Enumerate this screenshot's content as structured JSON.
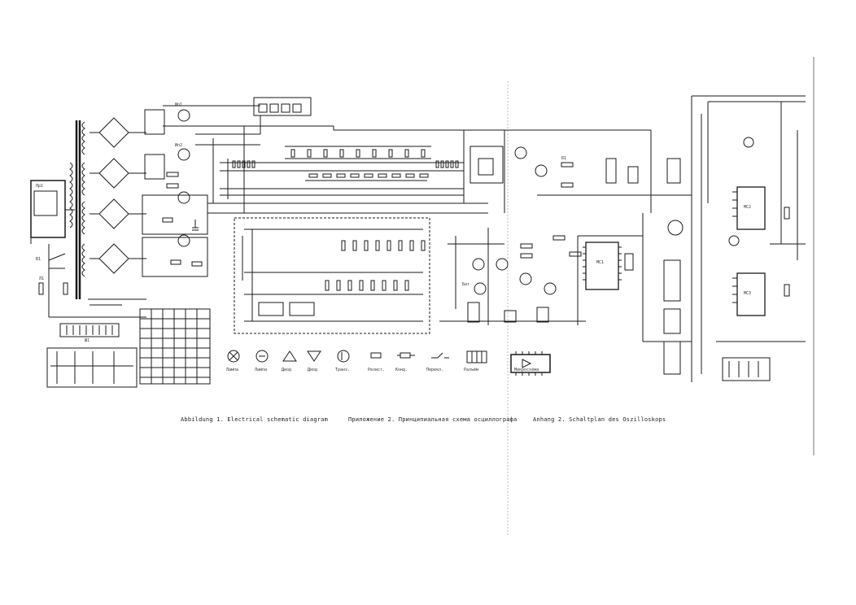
{
  "captions": [
    "Abbildung 1. Electrical schematic diagram",
    "Приложение 2. Принципиальная схема осциллографа",
    "Anhang 2. Schaltplan des Oszilloskops"
  ],
  "labels": {
    "fuse_block": "Пр1",
    "switch_s1": "В1",
    "lamp_l1": "Л1",
    "connector_main": "Ш1",
    "meter_1": "Ип1",
    "meter_2": "Ип2",
    "ic_1": "МС1",
    "ic_2": "МС2",
    "ic_3": "МС3",
    "resistor_r1": "R1",
    "battery": "Бат"
  },
  "legend": [
    {
      "symbol": "lamp",
      "label": "Лампа"
    },
    {
      "symbol": "tube",
      "label": "Лампа"
    },
    {
      "symbol": "diode-up",
      "label": "Диод"
    },
    {
      "symbol": "diode-dn",
      "label": "Диод"
    },
    {
      "symbol": "transistor",
      "label": "Транз."
    },
    {
      "symbol": "resistor-v",
      "label": "Резист."
    },
    {
      "symbol": "capacitor",
      "label": "Конд."
    },
    {
      "symbol": "switch",
      "label": "Перекл."
    },
    {
      "symbol": "connector",
      "label": "Разъём"
    },
    {
      "symbol": "ic",
      "label": "Микросхема"
    }
  ],
  "colors": {
    "line": "#1a1a1a",
    "paper": "#ffffff",
    "text": "#222222"
  }
}
